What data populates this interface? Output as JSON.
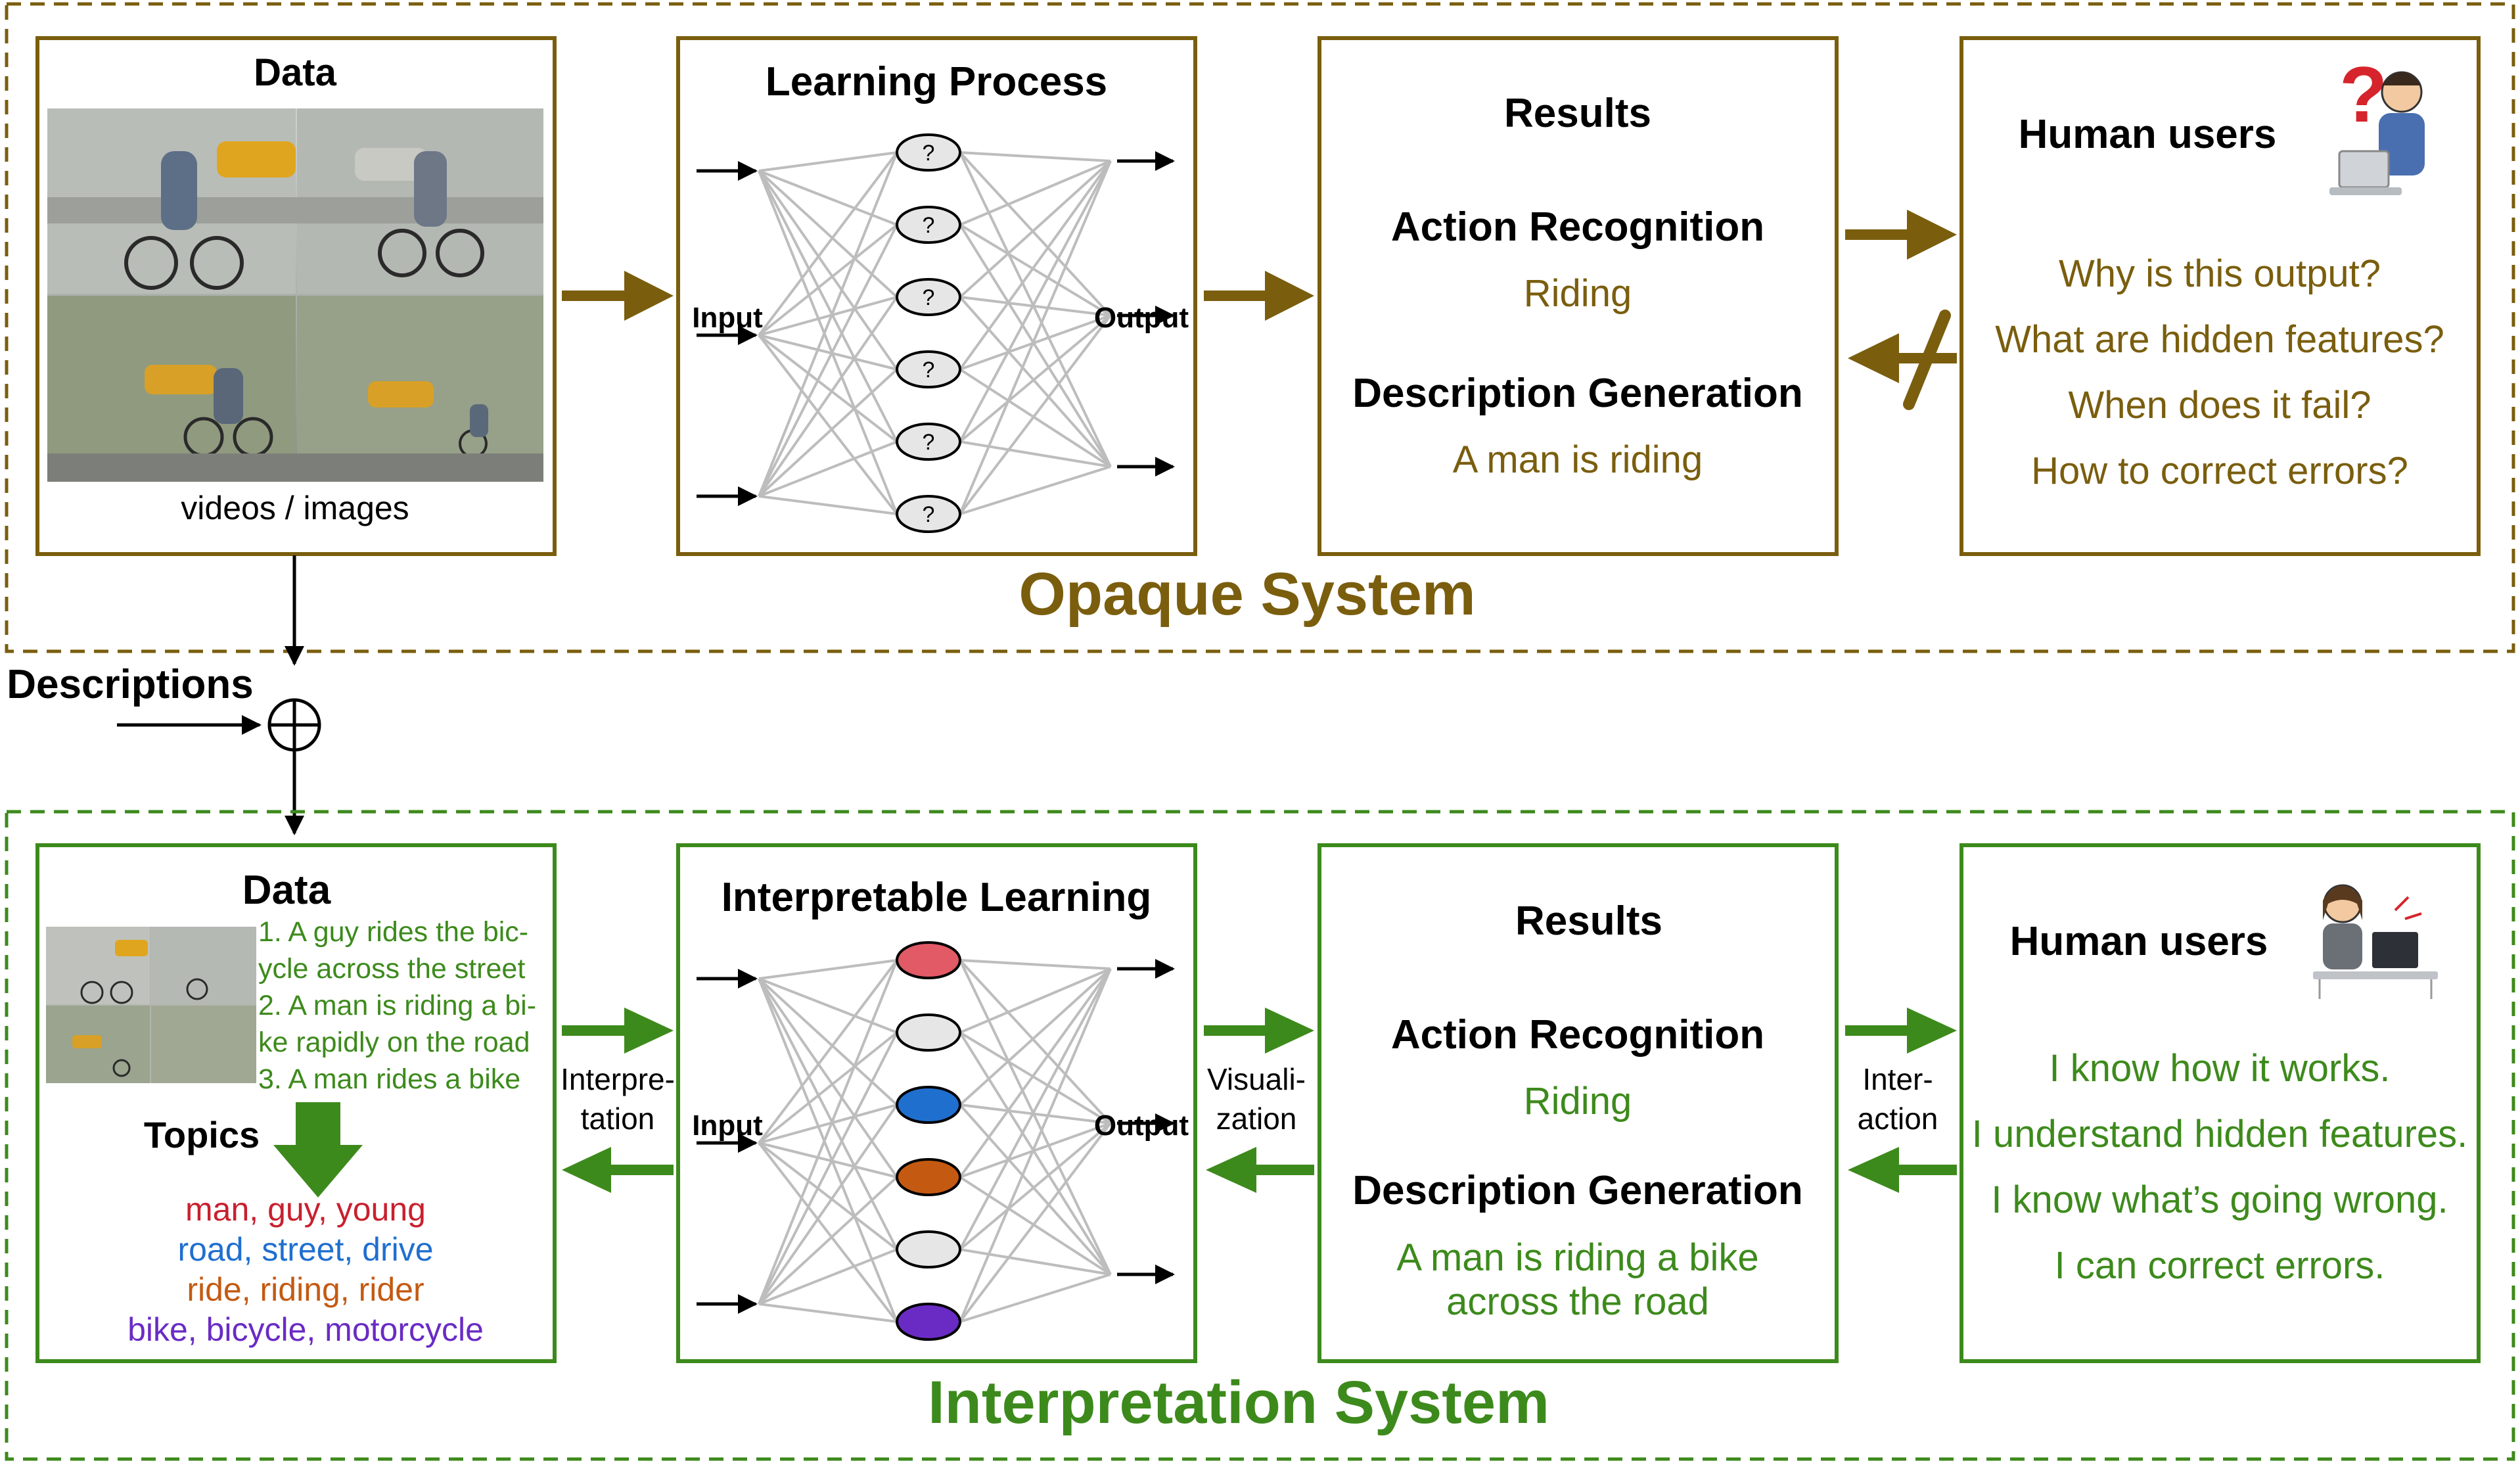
{
  "colors": {
    "olive": "#7a5e0e",
    "green": "#3d8a1c",
    "red": "#c8202e",
    "blue": "#1f6fcf",
    "orange": "#c45a12",
    "purple": "#6a2bc4",
    "black": "#000000"
  },
  "icons": {
    "confused_user": "confused-person-with-laptop-icon",
    "happy_user": "person-working-at-laptop-icon"
  },
  "opaque": {
    "system_title": "Opaque System",
    "data_title": "Data",
    "data_caption": "videos / images",
    "learning_title": "Learning Process",
    "node_symbol": "?",
    "input_label": "Input",
    "output_label": "Output",
    "results_title": "Results",
    "action_title": "Action Recognition",
    "action_value": "Riding",
    "desc_title": "Description Generation",
    "desc_value": "A man is riding",
    "human_title": "Human users",
    "questions": [
      "Why is this output?",
      "What are hidden features?",
      "When does it fail?",
      "How to correct errors?"
    ]
  },
  "middle": {
    "descriptions_label": "Descriptions"
  },
  "interp": {
    "system_title": "Interpretation System",
    "data_title": "Data",
    "sentences": [
      "1. A guy rides the bic-",
      "ycle across the street",
      "2. A man is riding a bi-",
      "ke rapidly on the road",
      "3. A man rides a bike"
    ],
    "topics_title": "Topics",
    "topics": [
      "man, guy, young",
      "road, street, drive",
      "ride, riding, rider",
      "bike, bicycle, motorcycle"
    ],
    "learning_title": "Interpretable Learning",
    "input_label": "Input",
    "output_label": "Output",
    "interpretation_label": [
      "Interpre-",
      "tation"
    ],
    "visualization_label": [
      "Visuali-",
      "zation"
    ],
    "interaction_label": [
      "Inter-",
      "action"
    ],
    "results_title": "Results",
    "action_title": "Action Recognition",
    "action_value": "Riding",
    "desc_title": "Description Generation",
    "desc_value": [
      "A man is riding a bike",
      "across the road"
    ],
    "human_title": "Human users",
    "statements": [
      "I know how it works.",
      "I understand hidden features.",
      "I know what’s going wrong.",
      "I can correct errors."
    ]
  }
}
